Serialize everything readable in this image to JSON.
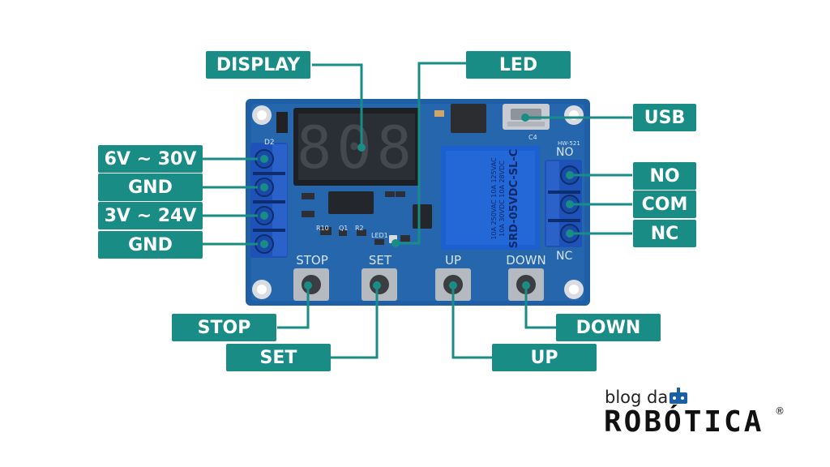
{
  "labels": {
    "display": "DISPLAY",
    "led": "LED",
    "usb": "USB",
    "v6_30": "6V ~ 30V",
    "gnd1": "GND",
    "v3_24": "3V ~ 24V",
    "gnd2": "GND",
    "no": "NO",
    "com": "COM",
    "nc": "NC",
    "stop": "STOP",
    "set": "SET",
    "down": "DOWN",
    "up": "UP"
  },
  "board": {
    "display_digits": "808",
    "relay_text_1": "SRD-05VDC-SL-C",
    "relay_text_2": "10A 250VAC  10A 125VAC",
    "relay_text_3": "10A 30VDC  10A 28VDC",
    "silk_no": "NO",
    "silk_nc": "NC",
    "silk_stop": "STOP",
    "silk_set": "SET",
    "silk_up": "UP",
    "silk_down": "DOWN",
    "silk_model": "HW-521",
    "silk_led1": "LED1",
    "silk_d2": "D2",
    "silk_c4": "C4",
    "silk_r10": "R10",
    "silk_q1": "Q1",
    "silk_r2": "R2"
  },
  "logo": {
    "top": "blog da",
    "bottom": "ROBÓTICA",
    "reg": "®"
  },
  "colors": {
    "accent": "#1a8c86",
    "pcb": "#1f5fa6",
    "terminal": "#1e52b8",
    "line": "#1a8c86"
  }
}
